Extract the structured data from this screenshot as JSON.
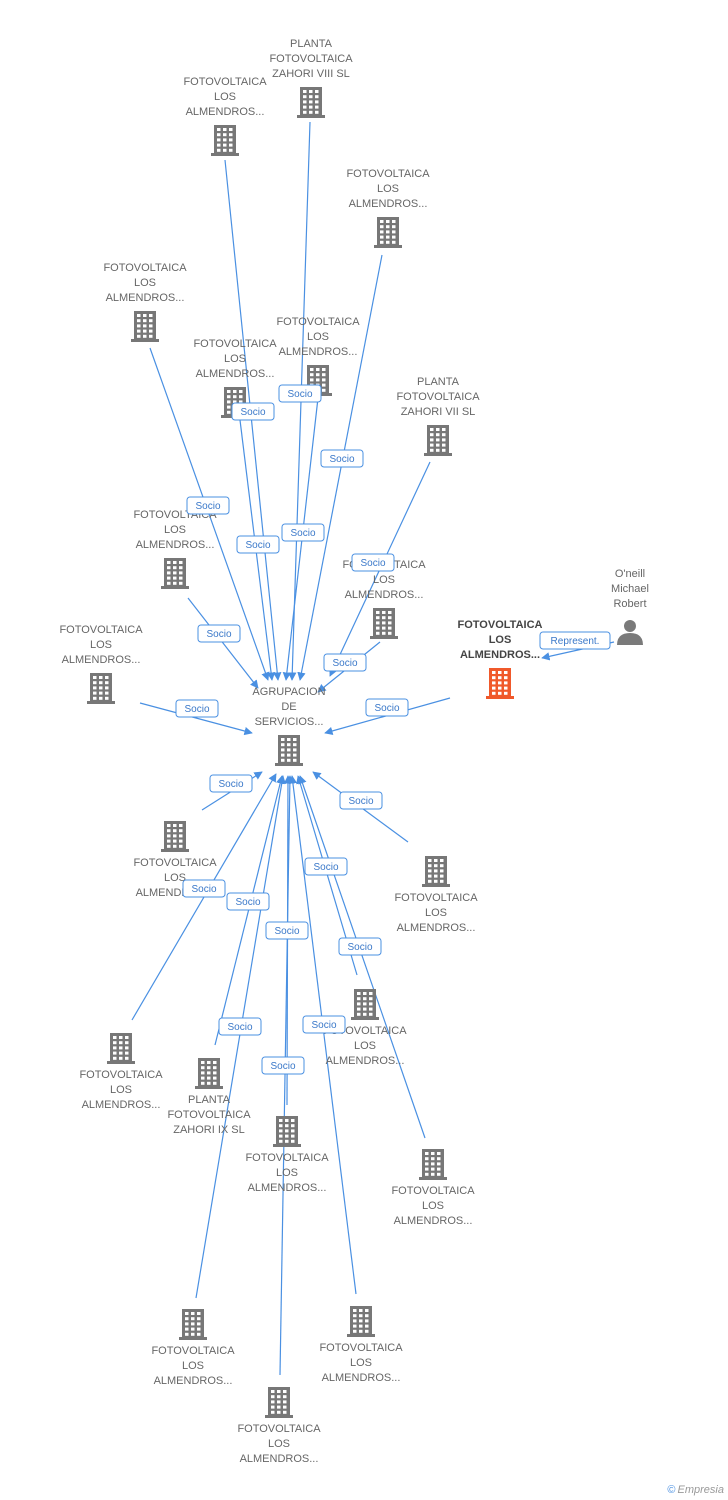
{
  "colors": {
    "edge": "#4a90e2",
    "building": "#777777",
    "focus_building": "#f0592b",
    "person": "#7a7a7a"
  },
  "brand": {
    "copyright": "©",
    "name": "Empresia"
  },
  "nodes": [
    {
      "id": "center",
      "label": [
        "AGRUPACION",
        "DE",
        "SERVICIOS..."
      ],
      "type": "company"
    },
    {
      "id": "n1",
      "label": [
        "PLANTA",
        "FOTOVOLTAICA",
        "ZAHORI VIII SL"
      ],
      "type": "company"
    },
    {
      "id": "n2",
      "label": [
        "FOTOVOLTAICA",
        "LOS",
        "ALMENDROS..."
      ],
      "type": "company"
    },
    {
      "id": "n3",
      "label": [
        "FOTOVOLTAICA",
        "LOS",
        "ALMENDROS..."
      ],
      "type": "company"
    },
    {
      "id": "n4",
      "label": [
        "FOTOVOLTAICA",
        "LOS",
        "ALMENDROS..."
      ],
      "type": "company"
    },
    {
      "id": "n5",
      "label": [
        "FOTOVOLTAICA",
        "LOS",
        "ALMENDROS..."
      ],
      "type": "company"
    },
    {
      "id": "n6",
      "label": [
        "FOTOVOLTAICA",
        "LOS",
        "ALMENDROS..."
      ],
      "type": "company"
    },
    {
      "id": "n7",
      "label": [
        "PLANTA",
        "FOTOVOLTAICA",
        "ZAHORI VII SL"
      ],
      "type": "company"
    },
    {
      "id": "n8",
      "label": [
        "FOTOVOLTAICA",
        "LOS",
        "ALMENDROS..."
      ],
      "type": "company"
    },
    {
      "id": "n9",
      "label": [
        "FOTOVOLTAICA",
        "LOS",
        "ALMENDROS..."
      ],
      "type": "company"
    },
    {
      "id": "n10",
      "label": [
        "FOTOVOLTAICA",
        "LOS",
        "ALMENDROS..."
      ],
      "type": "company"
    },
    {
      "id": "focus",
      "label": [
        "FOTOVOLTAICA",
        "LOS",
        "ALMENDROS..."
      ],
      "type": "focus"
    },
    {
      "id": "person",
      "label": [
        "O'neill",
        "Michael",
        "Robert"
      ],
      "type": "person"
    },
    {
      "id": "b1",
      "label": [
        "FOTOVOLTAICA",
        "LOS",
        "ALMENDROS..."
      ],
      "type": "company"
    },
    {
      "id": "b2",
      "label": [
        "FOTOVOLTAICA",
        "LOS",
        "ALMENDROS..."
      ],
      "type": "company"
    },
    {
      "id": "b3",
      "label": [
        "FOTOVOLTAICA",
        "LOS",
        "ALMENDROS..."
      ],
      "type": "company"
    },
    {
      "id": "b4",
      "label": [
        "FOTOVOLTAICA",
        "LOS",
        "ALMENDROS..."
      ],
      "type": "company"
    },
    {
      "id": "b5",
      "label": [
        "PLANTA",
        "FOTOVOLTAICA",
        "ZAHORI IX SL"
      ],
      "type": "company"
    },
    {
      "id": "b6",
      "label": [
        "FOTOVOLTAICA",
        "LOS",
        "ALMENDROS..."
      ],
      "type": "company"
    },
    {
      "id": "b7",
      "label": [
        "FOTOVOLTAICA",
        "LOS",
        "ALMENDROS..."
      ],
      "type": "company"
    },
    {
      "id": "b8",
      "label": [
        "FOTOVOLTAICA",
        "LOS",
        "ALMENDROS..."
      ],
      "type": "company"
    },
    {
      "id": "b9",
      "label": [
        "FOTOVOLTAICA",
        "LOS",
        "ALMENDROS..."
      ],
      "type": "company"
    },
    {
      "id": "b10",
      "label": [
        "FOTOVOLTAICA",
        "LOS",
        "ALMENDROS..."
      ],
      "type": "company"
    }
  ],
  "edges": [
    {
      "from": "n1",
      "to": "center",
      "label": "Socio"
    },
    {
      "from": "n2",
      "to": "center",
      "label": "Socio"
    },
    {
      "from": "n3",
      "to": "center",
      "label": "Socio"
    },
    {
      "from": "n4",
      "to": "center",
      "label": "Socio"
    },
    {
      "from": "n5",
      "to": "center",
      "label": "Socio"
    },
    {
      "from": "n6",
      "to": "center",
      "label": "Socio"
    },
    {
      "from": "n7",
      "to": "center",
      "label": "Socio"
    },
    {
      "from": "n8",
      "to": "center",
      "label": "Socio"
    },
    {
      "from": "n9",
      "to": "center",
      "label": "Socio"
    },
    {
      "from": "n10",
      "to": "center",
      "label": "Socio"
    },
    {
      "from": "focus",
      "to": "center",
      "label": "Socio"
    },
    {
      "from": "person",
      "to": "focus",
      "label": "Represent."
    },
    {
      "from": "b1",
      "to": "center",
      "label": "Socio"
    },
    {
      "from": "b2",
      "to": "center",
      "label": "Socio"
    },
    {
      "from": "b3",
      "to": "center",
      "label": "Socio"
    },
    {
      "from": "b4",
      "to": "center",
      "label": "Socio"
    },
    {
      "from": "b5",
      "to": "center",
      "label": "Socio"
    },
    {
      "from": "b6",
      "to": "center",
      "label": "Socio"
    },
    {
      "from": "b7",
      "to": "center",
      "label": "Socio"
    },
    {
      "from": "b8",
      "to": "center",
      "label": "Socio"
    },
    {
      "from": "b9",
      "to": "center",
      "label": "Socio"
    },
    {
      "from": "b10",
      "to": "center",
      "label": "Socio"
    }
  ]
}
